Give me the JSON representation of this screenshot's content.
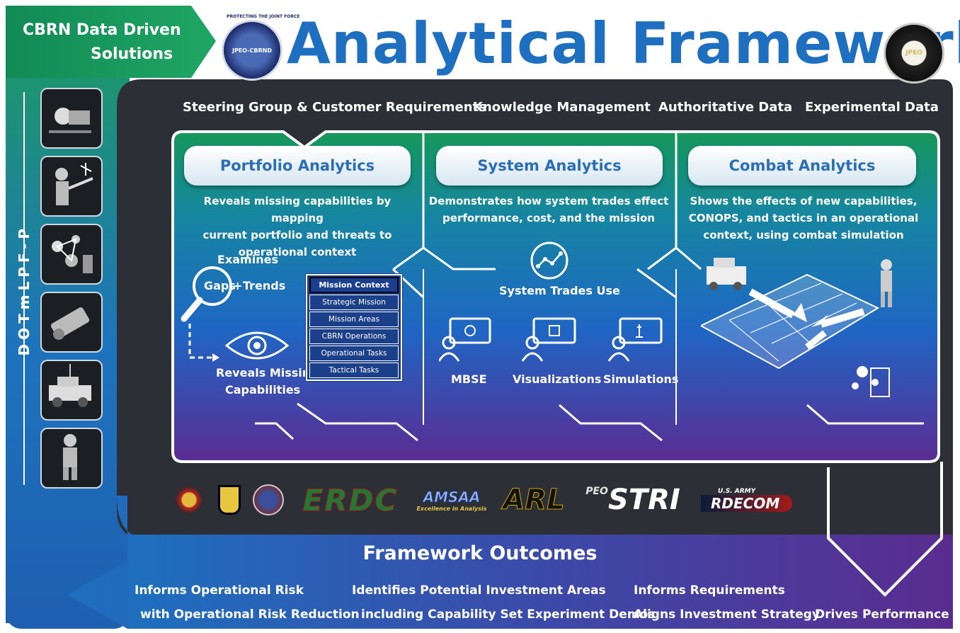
{
  "header": {
    "tagline_line1": "CBRN Data Driven",
    "tagline_line2": "Solutions",
    "title": "Analytical Framework",
    "left_seal_text": "PROTECTING THE JOINT FORCE",
    "left_seal_center": "JPEO-CBRND",
    "right_seal_text": "JPEO"
  },
  "sidebar": {
    "vertical_label": "DOTmLPF-P"
  },
  "inputs": [
    "Steering Group & Customer Requirements",
    "Knowledge Management",
    "Authoritative Data",
    "Experimental Data"
  ],
  "portfolio": {
    "title": "Portfolio Analytics",
    "description_lines": [
      "Reveals missing capabilities by mapping",
      "current portfolio and threats to",
      "operational context"
    ],
    "examines": "Examines",
    "gaps": "Gaps",
    "plus": "+",
    "trends": "Trends",
    "reveals_line1": "Reveals Missing",
    "reveals_line2": "Capabilities",
    "mission_context": [
      "Mission Context",
      "Strategic Mission",
      "Mission Areas",
      "CBRN   Operations",
      "Operational Tasks",
      "Tactical Tasks"
    ]
  },
  "system": {
    "title": "System Analytics",
    "description_lines": [
      "Demonstrates how system trades effect",
      "performance, cost, and the mission"
    ],
    "trades_label": "System Trades Use",
    "tools": [
      "MBSE",
      "Visualizations",
      "Simulations"
    ]
  },
  "combat": {
    "title": "Combat Analytics",
    "description_lines": [
      "Shows the effects of new capabilities,",
      "CONOPS, and tactics in an operational",
      "context, using combat simulation"
    ]
  },
  "partners": {
    "erdc": "ERDC",
    "amsaa": "AMSAA",
    "amsaa_tag": "Excellence in Analysis",
    "arl": "ARL",
    "peo": "PEO",
    "stri": "STRI",
    "rdecom_top": "U.S. ARMY",
    "rdecom": "RDECOM"
  },
  "outcomes": {
    "title": "Framework Outcomes",
    "items": [
      {
        "line1": "Informs Operational Risk",
        "line2": "with Operational Risk Reduction"
      },
      {
        "line1": "Identifies Potential Investment Areas",
        "line2": "including Capability Set Experiment Demos"
      },
      {
        "line1": "Informs Requirements",
        "line2": "Aligns Investment Strategy"
      },
      {
        "line1": "",
        "line2": "Drives Performance"
      }
    ]
  },
  "colors": {
    "teal": "#1f9a5f",
    "blue": "#1f6fc0",
    "purple": "#5a2d8e",
    "dark_frame": "#2b2f35"
  }
}
